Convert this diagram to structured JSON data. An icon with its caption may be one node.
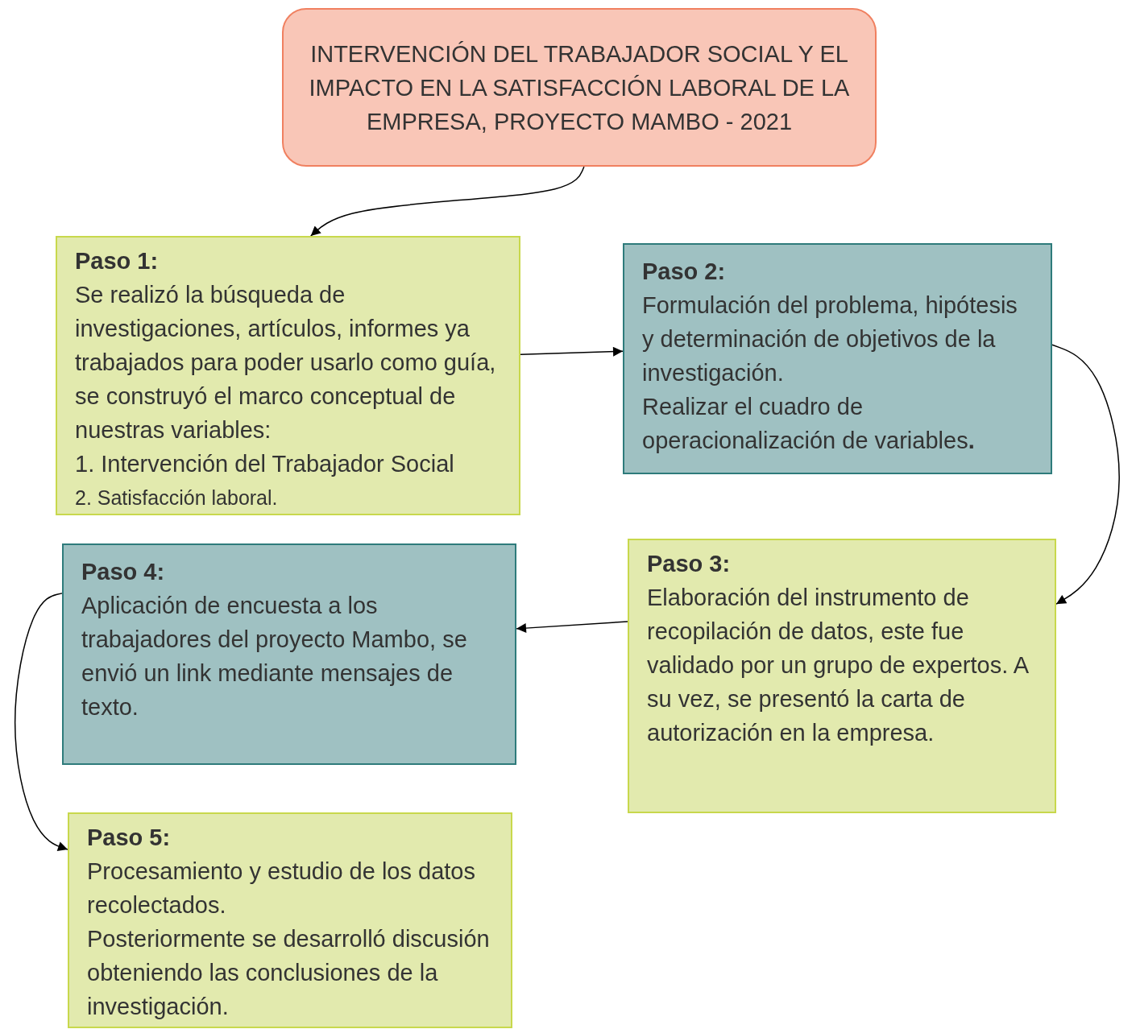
{
  "diagram": {
    "nodes": [
      {
        "text": [
          "INTERVENCIÓN DEL TRABAJADOR SOCIAL Y EL IMPACTO EN LA SATISFACCIÓN LABORAL DE LA EMPRESA, PROYECTO MAMBO - 2021"
        ]
      },
      {
        "text": [
          "Paso 1:",
          "Se realizó la búsqueda de investigaciones, artículos, informes ya trabajados para poder usarlo como guía, se construyó el marco conceptual de nuestras variables:",
          "1. Intervención del Trabajador Social",
          "2. Satisfacción laboral."
        ]
      },
      {
        "text": [
          "Paso 2:",
          "Formulación del problema, hipótesis y determinación de objetivos de la investigación.",
          "Realizar el cuadro de operacionalización de variables**.**"
        ]
      },
      {
        "text": [
          "Paso 3:",
          "Elaboración del instrumento de recopilación de datos, este fue validado por un grupo de expertos. A su vez, se presentó la carta de autorización en la empresa."
        ]
      },
      {
        "text": [
          "Paso 4:",
          "Aplicación de encuesta a los trabajadores del proyecto Mambo, se envió un link mediante mensajes de texto."
        ]
      },
      {
        "text": [
          "Paso 5:",
          "Procesamiento y estudio de los datos recolectados.",
          "Posteriormente se desarrolló discusión obteniendo las conclusiones de la investigación."
        ]
      }
    ],
    "edges": [
      {
        "from": 0,
        "to": 1,
        "arrow": "to"
      },
      {
        "from": 1,
        "to": 2,
        "arrow": "to"
      },
      {
        "from": 2,
        "to": 3,
        "arrow": "to"
      },
      {
        "from": 3,
        "to": 4,
        "arrow": "to"
      },
      {
        "from": 4,
        "to": 5,
        "arrow": "to"
      }
    ]
  }
}
